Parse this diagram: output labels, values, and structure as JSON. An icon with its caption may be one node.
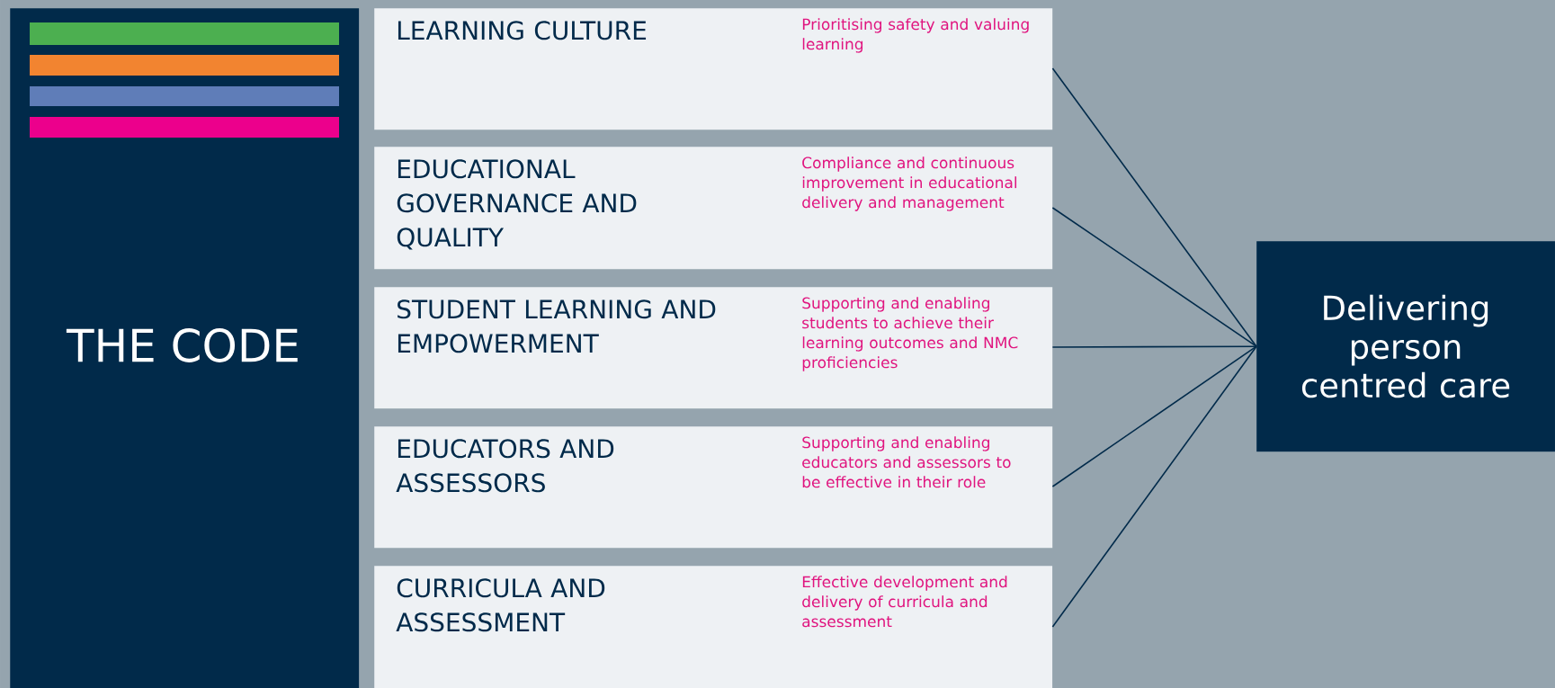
{
  "diagram": {
    "nodes": [
      {
        "text": [
          "THE CODE"
        ]
      },
      {
        "text": [
          "LEARNING CULTURE",
          "Prioritising safety and valuing learning"
        ]
      },
      {
        "text": [
          "EDUCATIONAL GOVERNANCE AND QUALITY",
          "Compliance and continuous improvement in educational delivery and management"
        ]
      },
      {
        "text": [
          "STUDENT LEARNING AND EMPOWERMENT",
          "Supporting and enabling students to achieve their learning outcomes and NMC proficiencies"
        ]
      },
      {
        "text": [
          "EDUCATORS AND ASSESSORS",
          "Supporting and enabling educators and assessors to be effective in their role"
        ]
      },
      {
        "text": [
          "CURRICULA AND ASSESSMENT",
          "Effective development and delivery of curricula and assessment"
        ]
      },
      {
        "text": [
          "Delivering person centred care"
        ]
      }
    ],
    "edges": [
      {
        "from": 1,
        "to": 6,
        "arrow": "none"
      },
      {
        "from": 2,
        "to": 6,
        "arrow": "none"
      },
      {
        "from": 3,
        "to": 6,
        "arrow": "none"
      },
      {
        "from": 4,
        "to": 6,
        "arrow": "none"
      },
      {
        "from": 5,
        "to": 6,
        "arrow": "none"
      }
    ]
  }
}
